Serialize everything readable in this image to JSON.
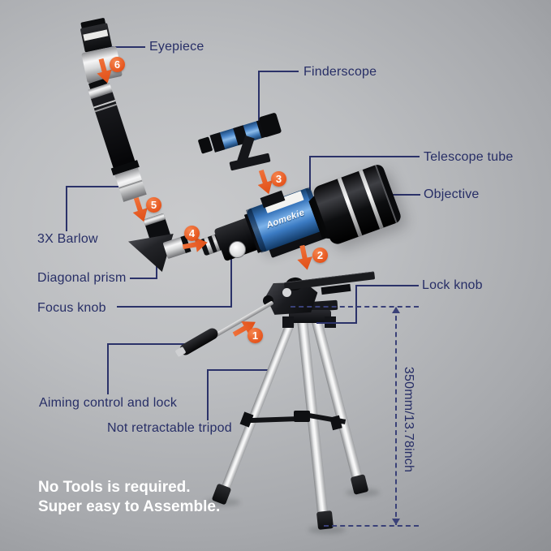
{
  "brand_logo": "Aomekie",
  "labels": {
    "eyepiece": "Eyepiece",
    "finderscope": "Finderscope",
    "telescope_tube": "Telescope tube",
    "objective": "Objective",
    "barlow": "3X Barlow",
    "diagonal_prism": "Diagonal prism",
    "focus_knob": "Focus knob",
    "lock_knob": "Lock knob",
    "aiming_control": "Aiming control and lock",
    "tripod": "Not retractable tripod"
  },
  "steps": [
    "1",
    "2",
    "3",
    "4",
    "5",
    "6"
  ],
  "measurement": {
    "tripod_height": "350mm/13.78inch"
  },
  "footer": {
    "line1": "No Tools is required.",
    "line2": "Super easy to Assemble."
  },
  "colors": {
    "accent_orange": "#e8571f",
    "label_navy": "#272e66",
    "telescope_blue": "#3d7ec7",
    "background_gray": "#a6a8ac"
  }
}
